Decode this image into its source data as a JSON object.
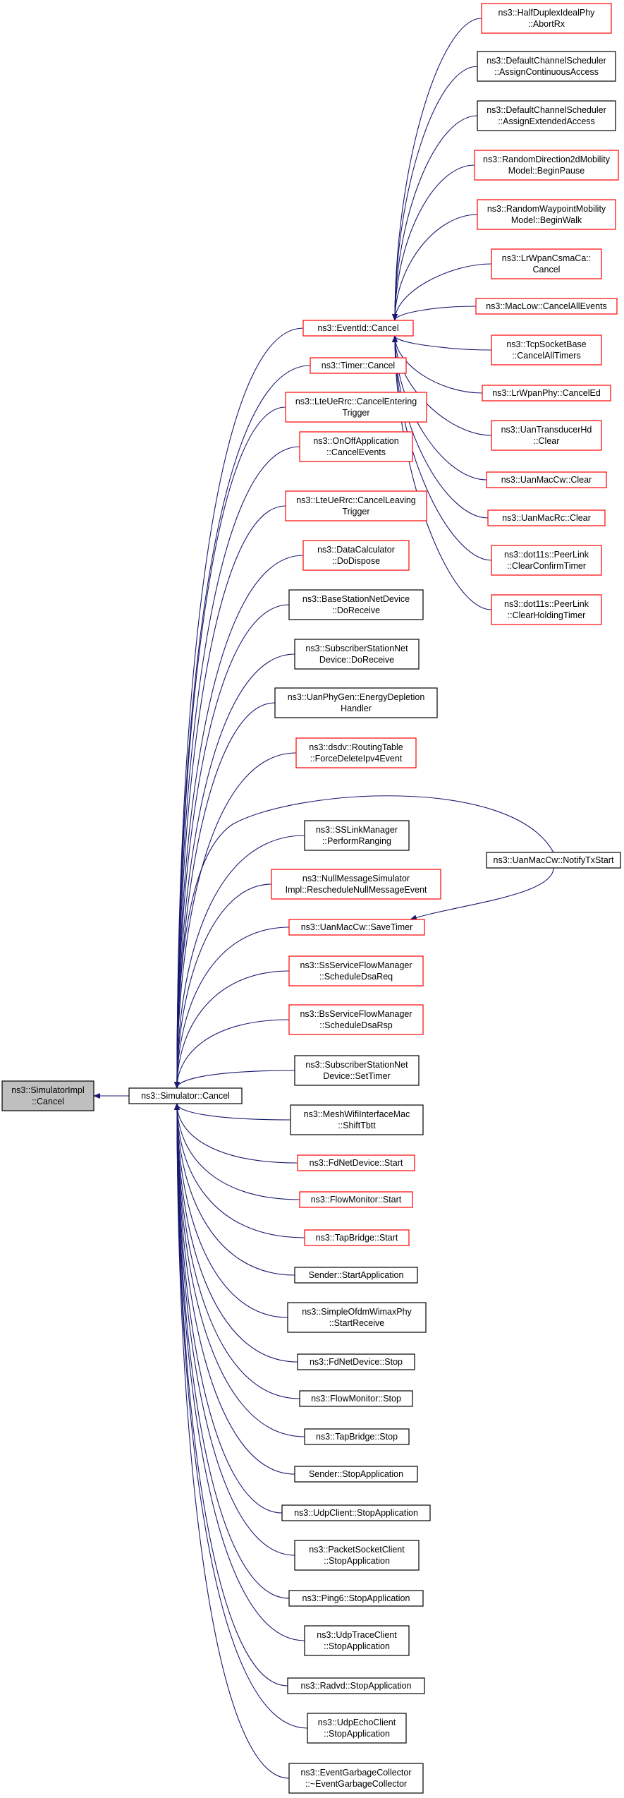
{
  "diagram": {
    "title": "",
    "colors": {
      "edge": "#191970",
      "node_text": "#000000",
      "node_normal_border": "#000000",
      "node_linked_border": "#ff0000",
      "node_focus_fill": "#bfbfbf"
    },
    "nodes": [
      {
        "id": "impl_cancel",
        "lines": [
          "ns3::SimulatorImpl",
          "::Cancel"
        ],
        "style": "focus"
      },
      {
        "id": "sim_cancel",
        "lines": [
          "ns3::Simulator::Cancel"
        ],
        "style": "normal"
      },
      {
        "id": "eventid_cancel",
        "lines": [
          "ns3::EventId::Cancel"
        ],
        "style": "linked"
      },
      {
        "id": "timer_cancel",
        "lines": [
          "ns3::Timer::Cancel"
        ],
        "style": "linked"
      },
      {
        "id": "lte_cancel_entering",
        "lines": [
          "ns3::LteUeRrc::CancelEntering",
          "Trigger"
        ],
        "style": "linked"
      },
      {
        "id": "onoff_cancel_events",
        "lines": [
          "ns3::OnOffApplication",
          "::CancelEvents"
        ],
        "style": "linked"
      },
      {
        "id": "lte_cancel_leaving",
        "lines": [
          "ns3::LteUeRrc::CancelLeaving",
          "Trigger"
        ],
        "style": "linked"
      },
      {
        "id": "datacalc_dodispose",
        "lines": [
          "ns3::DataCalculator",
          "::DoDispose"
        ],
        "style": "linked"
      },
      {
        "id": "bsnet_doreceive",
        "lines": [
          "ns3::BaseStationNetDevice",
          "::DoReceive"
        ],
        "style": "normal"
      },
      {
        "id": "ssnet_doreceive",
        "lines": [
          "ns3::SubscriberStationNet",
          "Device::DoReceive"
        ],
        "style": "normal"
      },
      {
        "id": "uanphygen_energy",
        "lines": [
          "ns3::UanPhyGen::EnergyDepletion",
          "Handler"
        ],
        "style": "normal"
      },
      {
        "id": "dsdv_force",
        "lines": [
          "ns3::dsdv::RoutingTable",
          "::ForceDeleteIpv4Event"
        ],
        "style": "linked"
      },
      {
        "id": "sslink_ranging",
        "lines": [
          "ns3::SSLinkManager",
          "::PerformRanging"
        ],
        "style": "normal"
      },
      {
        "id": "nullmsg_resched",
        "lines": [
          "ns3::NullMessageSimulator",
          "Impl::RescheduleNullMessageEvent"
        ],
        "style": "linked"
      },
      {
        "id": "uanmaccw_savetimer",
        "lines": [
          "ns3::UanMacCw::SaveTimer"
        ],
        "style": "linked"
      },
      {
        "id": "ssservice_dsareq",
        "lines": [
          "ns3::SsServiceFlowManager",
          "::ScheduleDsaReq"
        ],
        "style": "linked"
      },
      {
        "id": "bsservice_dsarsp",
        "lines": [
          "ns3::BsServiceFlowManager",
          "::ScheduleDsaRsp"
        ],
        "style": "linked"
      },
      {
        "id": "ssnet_settimer",
        "lines": [
          "ns3::SubscriberStationNet",
          "Device::SetTimer"
        ],
        "style": "normal"
      },
      {
        "id": "mesh_shifttbtt",
        "lines": [
          "ns3::MeshWifiInterfaceMac",
          "::ShiftTbtt"
        ],
        "style": "normal"
      },
      {
        "id": "fdnet_start",
        "lines": [
          "ns3::FdNetDevice::Start"
        ],
        "style": "linked"
      },
      {
        "id": "flowmon_start",
        "lines": [
          "ns3::FlowMonitor::Start"
        ],
        "style": "linked"
      },
      {
        "id": "tapbridge_start",
        "lines": [
          "ns3::TapBridge::Start"
        ],
        "style": "linked"
      },
      {
        "id": "sender_startapp",
        "lines": [
          "Sender::StartApplication"
        ],
        "style": "normal"
      },
      {
        "id": "simpleofdm_startrecv",
        "lines": [
          "ns3::SimpleOfdmWimaxPhy",
          "::StartReceive"
        ],
        "style": "normal"
      },
      {
        "id": "fdnet_stop",
        "lines": [
          "ns3::FdNetDevice::Stop"
        ],
        "style": "normal"
      },
      {
        "id": "flowmon_stop",
        "lines": [
          "ns3::FlowMonitor::Stop"
        ],
        "style": "normal"
      },
      {
        "id": "tapbridge_stop",
        "lines": [
          "ns3::TapBridge::Stop"
        ],
        "style": "normal"
      },
      {
        "id": "sender_stopapp",
        "lines": [
          "Sender::StopApplication"
        ],
        "style": "normal"
      },
      {
        "id": "udpclient_stopapp",
        "lines": [
          "ns3::UdpClient::StopApplication"
        ],
        "style": "normal"
      },
      {
        "id": "packetsocket_stopapp",
        "lines": [
          "ns3::PacketSocketClient",
          "::StopApplication"
        ],
        "style": "normal"
      },
      {
        "id": "ping6_stopapp",
        "lines": [
          "ns3::Ping6::StopApplication"
        ],
        "style": "normal"
      },
      {
        "id": "udptrace_stopapp",
        "lines": [
          "ns3::UdpTraceClient",
          "::StopApplication"
        ],
        "style": "normal"
      },
      {
        "id": "radvd_stopapp",
        "lines": [
          "ns3::Radvd::StopApplication"
        ],
        "style": "normal"
      },
      {
        "id": "udpecho_stopapp",
        "lines": [
          "ns3::UdpEchoClient",
          "::StopApplication"
        ],
        "style": "normal"
      },
      {
        "id": "egc_destructor",
        "lines": [
          "ns3::EventGarbageCollector",
          "::~EventGarbageCollector"
        ],
        "style": "normal"
      },
      {
        "id": "uanmaccw_notifytx",
        "lines": [
          "ns3::UanMacCw::NotifyTxStart"
        ],
        "style": "normal"
      },
      {
        "id": "halfduplex_abortrx",
        "lines": [
          "ns3::HalfDuplexIdealPhy",
          "::AbortRx"
        ],
        "style": "linked"
      },
      {
        "id": "dcs_continuous",
        "lines": [
          "ns3::DefaultChannelScheduler",
          "::AssignContinuousAccess"
        ],
        "style": "normal"
      },
      {
        "id": "dcs_extended",
        "lines": [
          "ns3::DefaultChannelScheduler",
          "::AssignExtendedAccess"
        ],
        "style": "normal"
      },
      {
        "id": "rd2d_beginpause",
        "lines": [
          "ns3::RandomDirection2dMobility",
          "Model::BeginPause"
        ],
        "style": "linked"
      },
      {
        "id": "rwp_beginwalk",
        "lines": [
          "ns3::RandomWaypointMobility",
          "Model::BeginWalk"
        ],
        "style": "linked"
      },
      {
        "id": "lrwpan_csmaca_cancel",
        "lines": [
          "ns3::LrWpanCsmaCa::",
          "Cancel"
        ],
        "style": "linked"
      },
      {
        "id": "maclow_cancelall",
        "lines": [
          "ns3::MacLow::CancelAllEvents"
        ],
        "style": "linked"
      },
      {
        "id": "tcpsocket_cancelall",
        "lines": [
          "ns3::TcpSocketBase",
          "::CancelAllTimers"
        ],
        "style": "linked"
      },
      {
        "id": "lrwpanphy_canceled",
        "lines": [
          "ns3::LrWpanPhy::CancelEd"
        ],
        "style": "linked"
      },
      {
        "id": "uantransducer_clear",
        "lines": [
          "ns3::UanTransducerHd",
          "::Clear"
        ],
        "style": "linked"
      },
      {
        "id": "uanmaccw_clear",
        "lines": [
          "ns3::UanMacCw::Clear"
        ],
        "style": "linked"
      },
      {
        "id": "uanmacrc_clear",
        "lines": [
          "ns3::UanMacRc::Clear"
        ],
        "style": "linked"
      },
      {
        "id": "peerlink_clearconfirm",
        "lines": [
          "ns3::dot11s::PeerLink",
          "::ClearConfirmTimer"
        ],
        "style": "linked"
      },
      {
        "id": "peerlink_clearholding",
        "lines": [
          "ns3::dot11s::PeerLink",
          "::ClearHoldingTimer"
        ],
        "style": "linked"
      }
    ],
    "edges": [
      {
        "from": "sim_cancel",
        "to": "impl_cancel"
      },
      {
        "from": "eventid_cancel",
        "to": "sim_cancel"
      },
      {
        "from": "timer_cancel",
        "to": "sim_cancel"
      },
      {
        "from": "lte_cancel_entering",
        "to": "sim_cancel"
      },
      {
        "from": "onoff_cancel_events",
        "to": "sim_cancel"
      },
      {
        "from": "lte_cancel_leaving",
        "to": "sim_cancel"
      },
      {
        "from": "datacalc_dodispose",
        "to": "sim_cancel"
      },
      {
        "from": "bsnet_doreceive",
        "to": "sim_cancel"
      },
      {
        "from": "ssnet_doreceive",
        "to": "sim_cancel"
      },
      {
        "from": "uanphygen_energy",
        "to": "sim_cancel"
      },
      {
        "from": "dsdv_force",
        "to": "sim_cancel"
      },
      {
        "from": "uanmaccw_notifytx",
        "to": "sim_cancel"
      },
      {
        "from": "sslink_ranging",
        "to": "sim_cancel"
      },
      {
        "from": "nullmsg_resched",
        "to": "sim_cancel"
      },
      {
        "from": "uanmaccw_savetimer",
        "to": "sim_cancel"
      },
      {
        "from": "ssservice_dsareq",
        "to": "sim_cancel"
      },
      {
        "from": "bsservice_dsarsp",
        "to": "sim_cancel"
      },
      {
        "from": "ssnet_settimer",
        "to": "sim_cancel"
      },
      {
        "from": "mesh_shifttbtt",
        "to": "sim_cancel"
      },
      {
        "from": "fdnet_start",
        "to": "sim_cancel"
      },
      {
        "from": "flowmon_start",
        "to": "sim_cancel"
      },
      {
        "from": "tapbridge_start",
        "to": "sim_cancel"
      },
      {
        "from": "sender_startapp",
        "to": "sim_cancel"
      },
      {
        "from": "simpleofdm_startrecv",
        "to": "sim_cancel"
      },
      {
        "from": "fdnet_stop",
        "to": "sim_cancel"
      },
      {
        "from": "flowmon_stop",
        "to": "sim_cancel"
      },
      {
        "from": "tapbridge_stop",
        "to": "sim_cancel"
      },
      {
        "from": "sender_stopapp",
        "to": "sim_cancel"
      },
      {
        "from": "udpclient_stopapp",
        "to": "sim_cancel"
      },
      {
        "from": "packetsocket_stopapp",
        "to": "sim_cancel"
      },
      {
        "from": "ping6_stopapp",
        "to": "sim_cancel"
      },
      {
        "from": "udptrace_stopapp",
        "to": "sim_cancel"
      },
      {
        "from": "radvd_stopapp",
        "to": "sim_cancel"
      },
      {
        "from": "udpecho_stopapp",
        "to": "sim_cancel"
      },
      {
        "from": "egc_destructor",
        "to": "sim_cancel"
      },
      {
        "from": "uanmaccw_notifytx",
        "to": "uanmaccw_savetimer"
      },
      {
        "from": "halfduplex_abortrx",
        "to": "eventid_cancel"
      },
      {
        "from": "dcs_continuous",
        "to": "eventid_cancel"
      },
      {
        "from": "dcs_extended",
        "to": "eventid_cancel"
      },
      {
        "from": "rd2d_beginpause",
        "to": "eventid_cancel"
      },
      {
        "from": "rwp_beginwalk",
        "to": "eventid_cancel"
      },
      {
        "from": "lrwpan_csmaca_cancel",
        "to": "eventid_cancel"
      },
      {
        "from": "maclow_cancelall",
        "to": "eventid_cancel"
      },
      {
        "from": "tcpsocket_cancelall",
        "to": "eventid_cancel"
      },
      {
        "from": "lrwpanphy_canceled",
        "to": "eventid_cancel"
      },
      {
        "from": "uantransducer_clear",
        "to": "eventid_cancel"
      },
      {
        "from": "uanmaccw_clear",
        "to": "eventid_cancel"
      },
      {
        "from": "uanmacrc_clear",
        "to": "eventid_cancel"
      },
      {
        "from": "peerlink_clearconfirm",
        "to": "eventid_cancel"
      },
      {
        "from": "peerlink_clearholding",
        "to": "eventid_cancel"
      }
    ]
  }
}
